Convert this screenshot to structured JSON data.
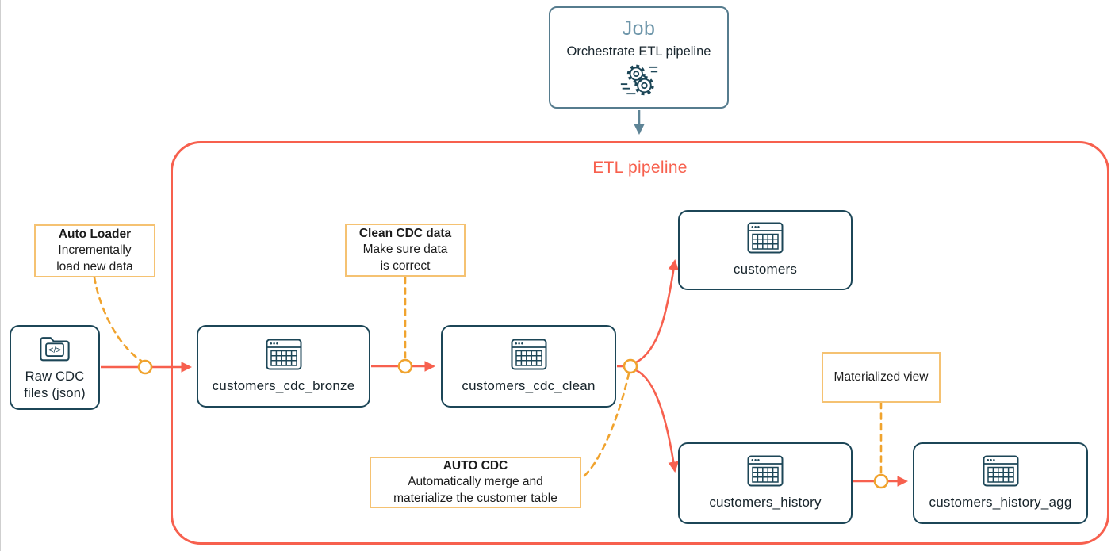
{
  "job": {
    "title": "Job",
    "subtitle": "Orchestrate ETL pipeline",
    "icon": "gears-icon"
  },
  "pipeline": {
    "title": "ETL pipeline"
  },
  "nodes": {
    "raw": {
      "label": "Raw CDC\nfiles (json)",
      "icon": "folder-code-icon"
    },
    "bronze": {
      "label": "customers_cdc_bronze",
      "icon": "table-icon"
    },
    "clean": {
      "label": "customers_cdc_clean",
      "icon": "table-icon"
    },
    "customers": {
      "label": "customers",
      "icon": "table-icon"
    },
    "history": {
      "label": "customers_history",
      "icon": "table-icon"
    },
    "history_agg": {
      "label": "customers_history_agg",
      "icon": "table-icon"
    }
  },
  "notes": {
    "auto_loader": {
      "title": "Auto Loader",
      "body": "Incrementally\nload new data"
    },
    "clean_cdc": {
      "title": "Clean CDC data",
      "body": "Make sure data\nis correct"
    },
    "auto_cdc": {
      "title": "AUTO CDC",
      "body": "Automatically merge and\nmaterialize the customer table"
    },
    "materialized_view": {
      "label": "Materialized view"
    }
  },
  "colors": {
    "pipeline_red": "#F7604E",
    "connector_amber": "#F0A32E",
    "note_border_amber": "#F5C272",
    "node_teal": "#1C4657",
    "job_slate": "#567C8E",
    "job_title_slate": "#6E96AA"
  }
}
